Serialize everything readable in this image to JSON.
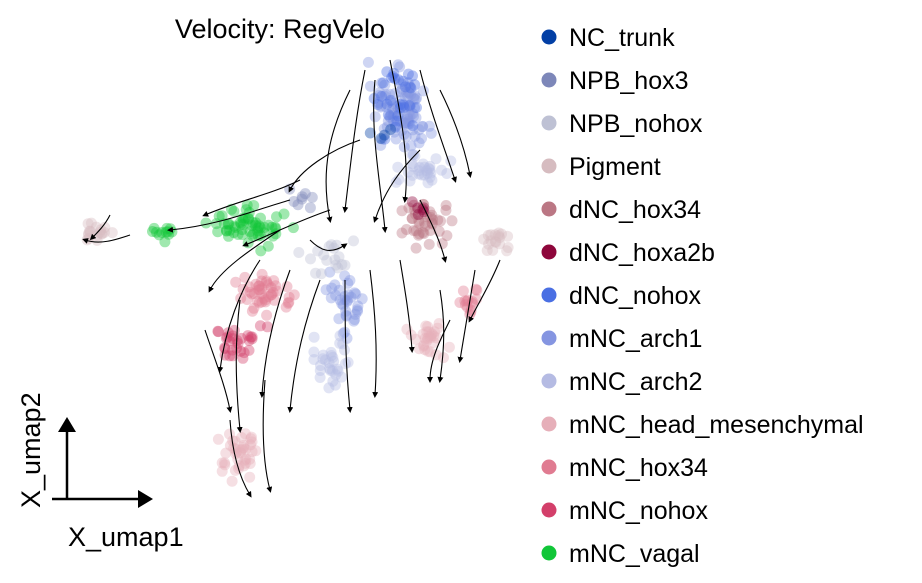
{
  "chart_data": {
    "type": "scatter",
    "title": "Velocity: RegVelo",
    "xlabel": "X_umap1",
    "ylabel": "X_umap2",
    "grid": false,
    "legend_position": "right",
    "overlay": "velocity streamlines",
    "series": [
      {
        "name": "NC_trunk",
        "color": "#023fa5"
      },
      {
        "name": "NPB_hox3",
        "color": "#7d87b9"
      },
      {
        "name": "NPB_nohox",
        "color": "#bec1d4"
      },
      {
        "name": "Pigment",
        "color": "#d6bcc0"
      },
      {
        "name": "dNC_hox34",
        "color": "#bb7784"
      },
      {
        "name": "dNC_hoxa2b",
        "color": "#8e063b"
      },
      {
        "name": "dNC_nohox",
        "color": "#4a6fe3"
      },
      {
        "name": "mNC_arch1",
        "color": "#8595e1"
      },
      {
        "name": "mNC_arch2",
        "color": "#b5bbe3"
      },
      {
        "name": "mNC_head_mesenchymal",
        "color": "#e6afb9"
      },
      {
        "name": "mNC_hox34",
        "color": "#e07b91"
      },
      {
        "name": "mNC_nohox",
        "color": "#d33f6a"
      },
      {
        "name": "mNC_vagal",
        "color": "#11c638"
      }
    ]
  }
}
